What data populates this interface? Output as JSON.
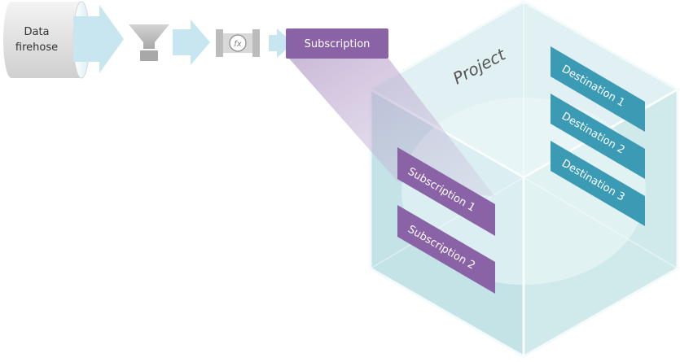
{
  "firehose": {
    "line1": "Data",
    "line2": "firehose"
  },
  "transform": {
    "glyph": "fx"
  },
  "subscription_box": {
    "label": "Subscription"
  },
  "project": {
    "title": "Project",
    "subscriptions": [
      "Subscription 1",
      "Subscription 2"
    ],
    "destinations": [
      "Destination 1",
      "Destination 2",
      "Destination 3"
    ]
  },
  "colors": {
    "purple": "#8a63a6",
    "teal": "#3b9bb5",
    "arrow": "#c8e6f0",
    "gray": "#b5b5b5",
    "cube_edge": "#e9f6f7"
  }
}
